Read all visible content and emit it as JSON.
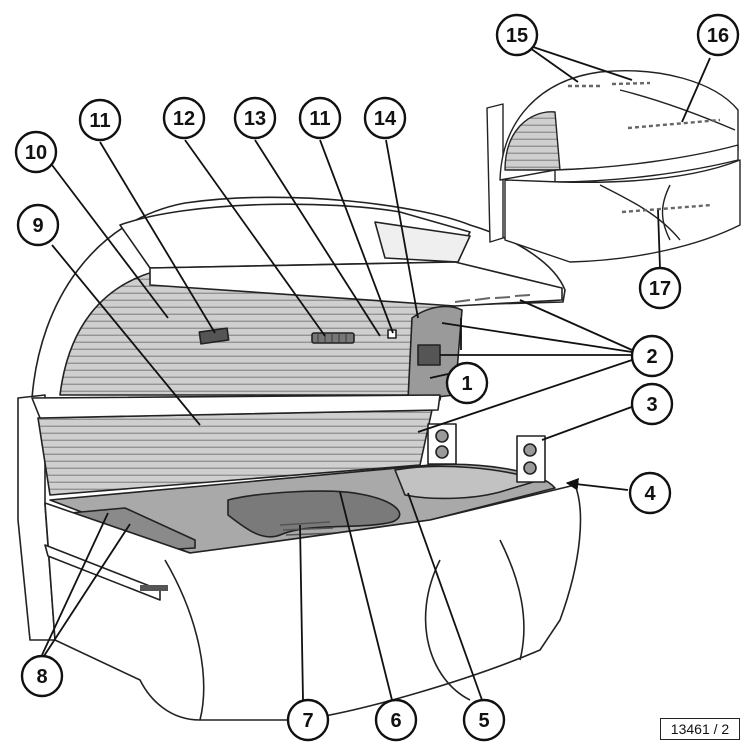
{
  "figure": {
    "reference": "13461 / 2",
    "callouts": [
      "1",
      "2",
      "3",
      "4",
      "5",
      "6",
      "7",
      "8",
      "9",
      "10",
      "11",
      "12",
      "13",
      "11",
      "14",
      "15",
      "16",
      "17"
    ]
  },
  "colors": {
    "outline": "#222222",
    "shell": "#ffffff",
    "lamp_fill": "#cfcfcf",
    "dark_part": "#555555"
  }
}
